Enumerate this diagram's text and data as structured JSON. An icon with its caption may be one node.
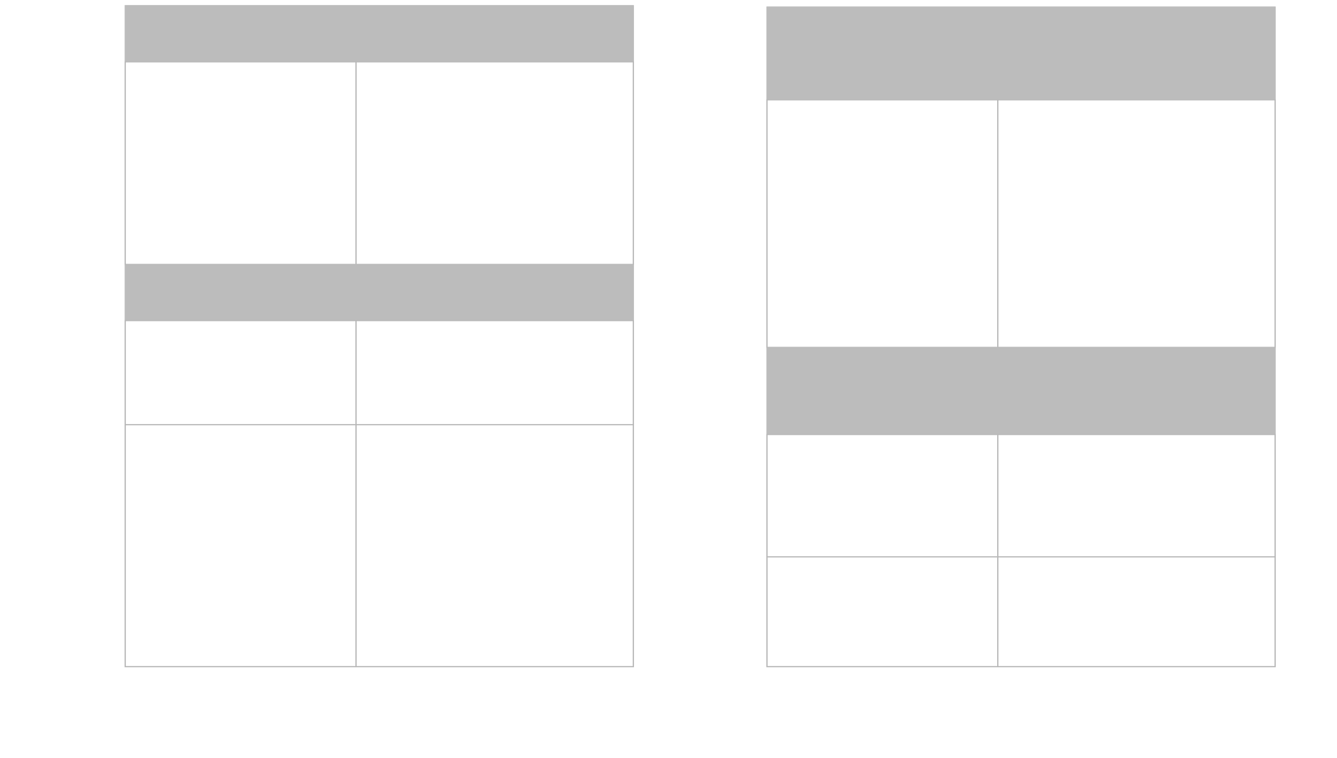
{
  "diagram": {
    "nodes": [
      {
        "text": [],
        "shape": "box"
      },
      {
        "text": [],
        "shape": "bar",
        "in": 0
      },
      {
        "text": [],
        "shape": "box",
        "in": 0
      },
      {
        "text": [],
        "shape": "box",
        "in": 0
      },
      {
        "text": [],
        "shape": "bar",
        "in": 0
      },
      {
        "text": [],
        "shape": "box",
        "in": 0
      },
      {
        "text": [],
        "shape": "box",
        "in": 0
      },
      {
        "text": [],
        "shape": "box",
        "in": 0
      },
      {
        "text": [],
        "shape": "box",
        "in": 0
      },
      {
        "text": [],
        "shape": "box"
      },
      {
        "text": [],
        "shape": "bar",
        "in": 9
      },
      {
        "text": [],
        "shape": "box",
        "in": 9
      },
      {
        "text": [],
        "shape": "box",
        "in": 9
      },
      {
        "text": [],
        "shape": "bar",
        "in": 9
      },
      {
        "text": [],
        "shape": "box",
        "in": 9
      },
      {
        "text": [],
        "shape": "box",
        "in": 9
      },
      {
        "text": [],
        "shape": "box",
        "in": 9
      },
      {
        "text": [],
        "shape": "box",
        "in": 9
      }
    ]
  }
}
